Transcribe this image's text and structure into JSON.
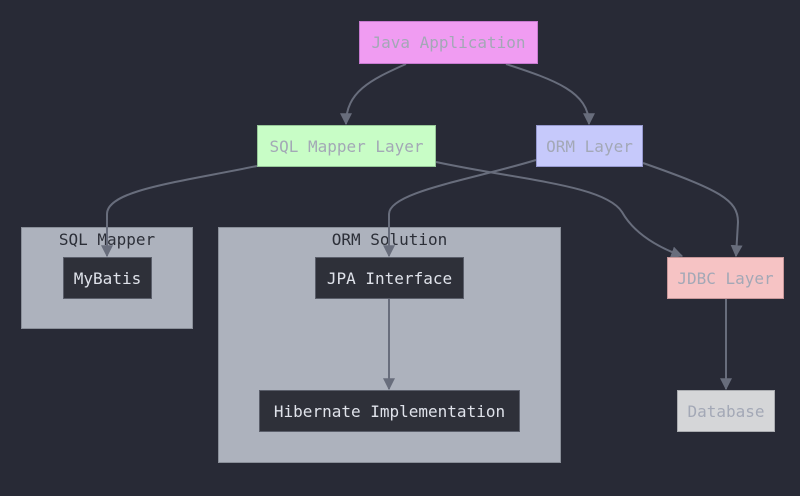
{
  "diagram": {
    "theme": {
      "background": "#282a36",
      "edge_color": "#686d7c",
      "cluster_fill": "#adb2bd"
    },
    "clusters": {
      "sql_mapper": {
        "label": "SQL Mapper"
      },
      "orm_solution": {
        "label": "ORM Solution"
      }
    },
    "nodes": {
      "java_application": {
        "label": "Java Application",
        "fill": "#f09cf2"
      },
      "sql_mapper_layer": {
        "label": "SQL Mapper Layer",
        "fill": "#c8fdc6"
      },
      "orm_layer": {
        "label": "ORM Layer",
        "fill": "#c6c9fb"
      },
      "jdbc_layer": {
        "label": "JDBC Layer",
        "fill": "#f6c3c4"
      },
      "database": {
        "label": "Database",
        "fill": "#d5d6d8"
      },
      "mybatis": {
        "label": "MyBatis"
      },
      "jpa_interface": {
        "label": "JPA Interface"
      },
      "hibernate_implementation": {
        "label": "Hibernate Implementation"
      }
    },
    "edges": [
      {
        "from": "java_application",
        "to": "sql_mapper_layer"
      },
      {
        "from": "java_application",
        "to": "orm_layer"
      },
      {
        "from": "sql_mapper_layer",
        "to": "mybatis"
      },
      {
        "from": "sql_mapper_layer",
        "to": "jdbc_layer"
      },
      {
        "from": "orm_layer",
        "to": "jpa_interface"
      },
      {
        "from": "orm_layer",
        "to": "jdbc_layer"
      },
      {
        "from": "jpa_interface",
        "to": "hibernate_implementation"
      },
      {
        "from": "jdbc_layer",
        "to": "database"
      }
    ]
  }
}
